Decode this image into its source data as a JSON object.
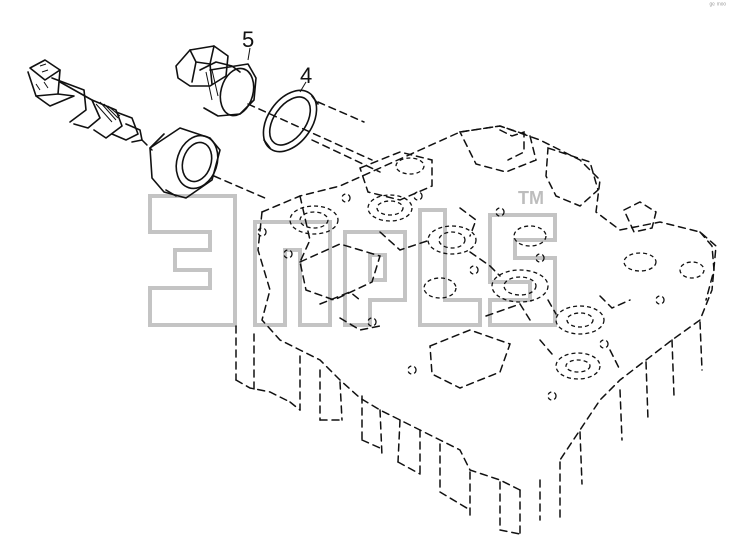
{
  "callouts": {
    "part_5": "5",
    "part_4": "4"
  },
  "watermark": {
    "trademark": "TM",
    "color": "#bdbdbd"
  },
  "corner_mark": "ᵍᵉ ᵐᵒᵒ",
  "line_color": "#111111",
  "background": "#ffffff"
}
